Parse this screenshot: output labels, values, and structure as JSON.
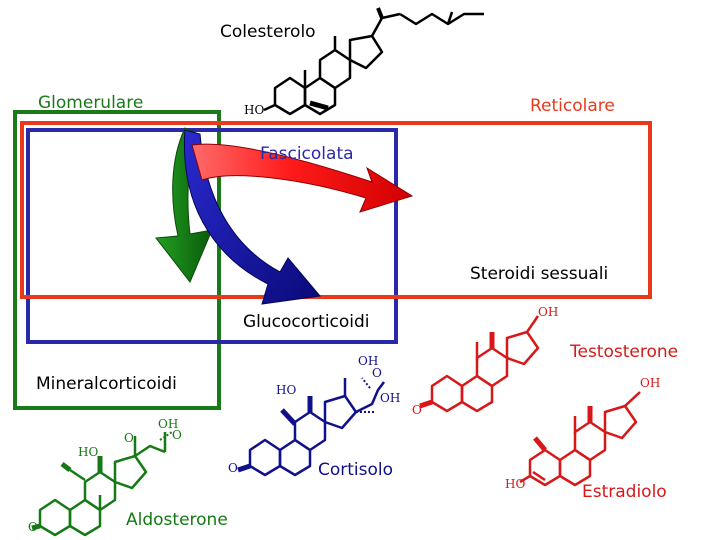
{
  "diagram": {
    "title_top": "Colesterolo",
    "zones": {
      "glomerulare": "Glomerulare",
      "fascicolata": "Fascicolata",
      "reticolare": "Reticolare"
    },
    "classes": {
      "mineralcorticoidi": "Mineralcorticoidi",
      "glucocorticoidi": "Glucocorticoidi",
      "steroidi_sessuali": "Steroidi sessuali"
    },
    "compounds": {
      "aldosterone": "Aldosterone",
      "cortisolo": "Cortisolo",
      "testosterone": "Testosterone",
      "estradiolo": "Estradiolo"
    },
    "groups": {
      "ho": "HO",
      "oh": "OH",
      "o": "O"
    },
    "colors": {
      "glomerulare": "#1a7a1a",
      "fascicolata": "#2a2aa8",
      "reticolare": "#e8391a",
      "green_struct": "#157a15",
      "blue_struct": "#10108a",
      "red_struct": "#d81818",
      "text": "#000000"
    }
  }
}
